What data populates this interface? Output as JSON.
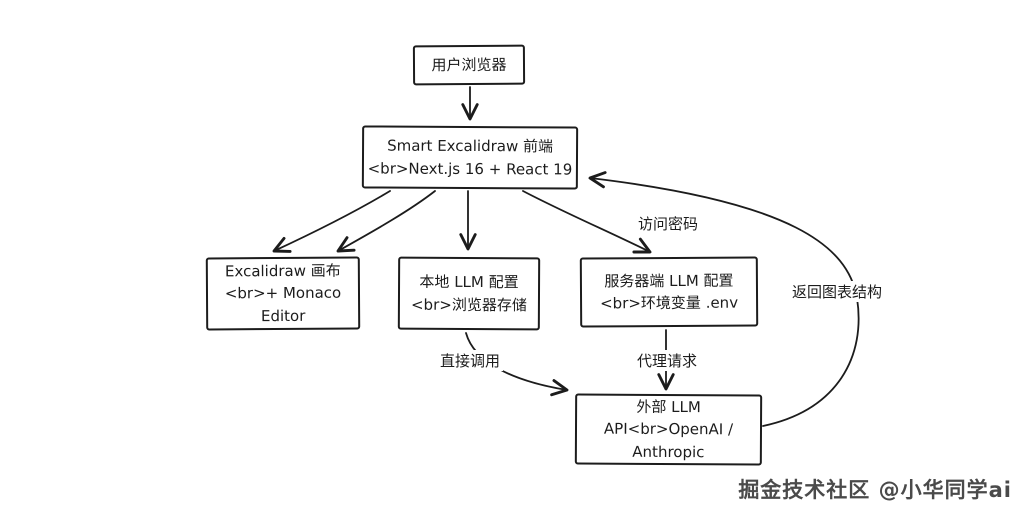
{
  "nodes": {
    "browser": {
      "lines": [
        "用户浏览器"
      ]
    },
    "frontend": {
      "lines": [
        "Smart Excalidraw 前端",
        "<br>Next.js 16 + React 19"
      ]
    },
    "canvas": {
      "lines": [
        "Excalidraw 画布",
        "<br>+ Monaco",
        "Editor"
      ]
    },
    "local_llm": {
      "lines": [
        "本地 LLM 配置",
        "<br>浏览器存储"
      ]
    },
    "server_llm": {
      "lines": [
        "服务器端 LLM 配置",
        "<br>环境变量 .env"
      ]
    },
    "external_llm": {
      "lines": [
        "外部 LLM",
        "API<br>OpenAI /",
        "Anthropic"
      ]
    }
  },
  "edge_labels": {
    "access_password": "访问密码",
    "direct_call": "直接调用",
    "proxy_request": "代理请求",
    "return_structure": "返回图表结构"
  },
  "watermark": "掘金技术社区 @小华同学ai",
  "colors": {
    "stroke": "#1c1c1c",
    "background": "#ffffff",
    "watermark": "#4a4a4a"
  }
}
